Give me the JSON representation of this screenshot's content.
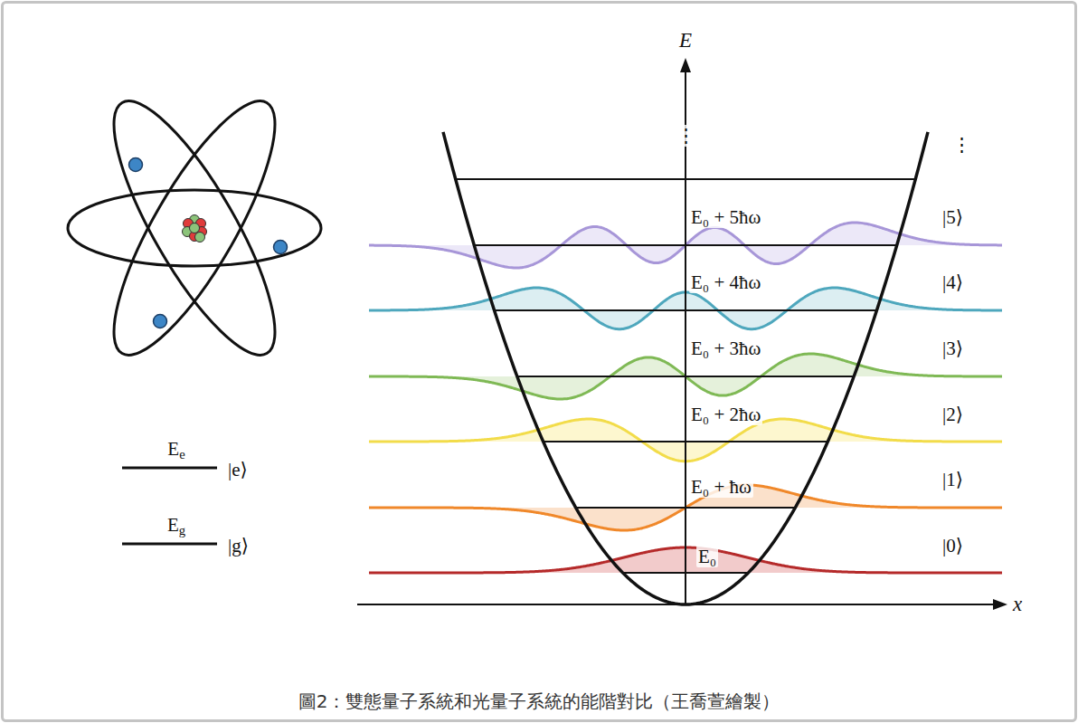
{
  "diagram": {
    "caption": "圖2：雙態量子系統和光量子系統的能階對比（王喬萱繪製）",
    "labels": [
      "E",
      "⋮",
      "⋮",
      "E₀ + 5ħω",
      "|5⟩",
      "E₀ + 4ħω",
      "|4⟩",
      "E₀ + 3ħω",
      "|3⟩",
      "E₀ + 2ħω",
      "|2⟩",
      "E₀ + ħω",
      "|1⟩",
      "E₀",
      "|0⟩",
      "Ee",
      "|e⟩",
      "Eg",
      "|g⟩",
      "x"
    ]
  }
}
